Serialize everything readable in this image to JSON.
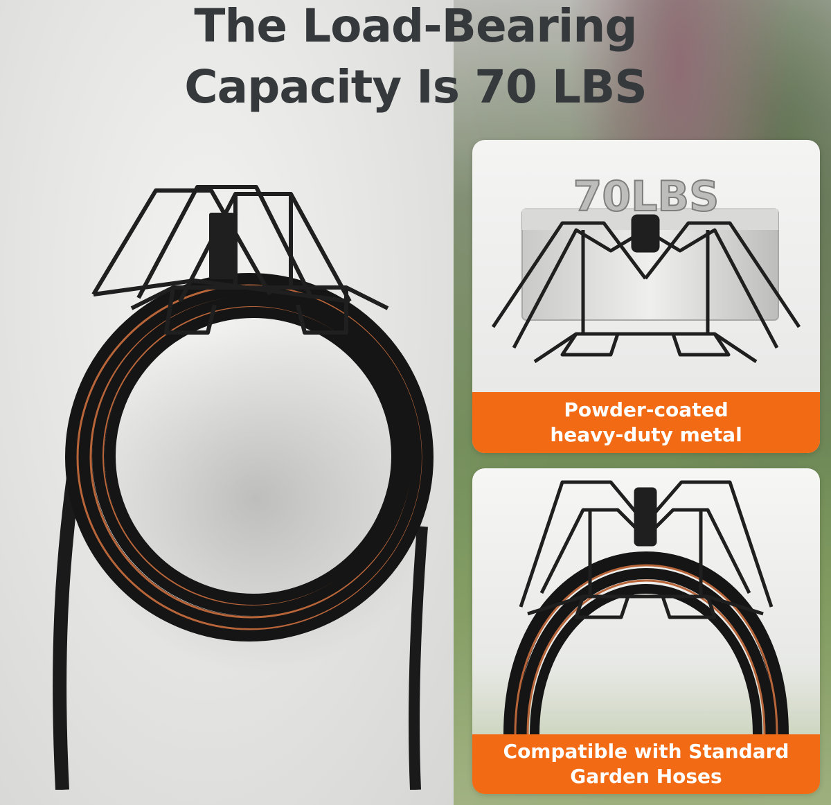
{
  "headline": {
    "line1": "The Load-Bearing",
    "line2": "Capacity Is 70 LBS"
  },
  "card_top": {
    "weight_badge": "70LBS",
    "caption_line1": "Powder-coated",
    "caption_line2": "heavy-duty metal"
  },
  "card_bottom": {
    "caption_line1": "Compatible with Standard",
    "caption_line2": "Garden Hoses"
  },
  "colors": {
    "accent": "#f26a13",
    "headline": "#35393c",
    "rack": "#1f1f1f",
    "hose_stripe": "#b8653a"
  },
  "icons": [
    "hose-rack-icon",
    "hose-coil-icon",
    "weight-block-icon"
  ]
}
